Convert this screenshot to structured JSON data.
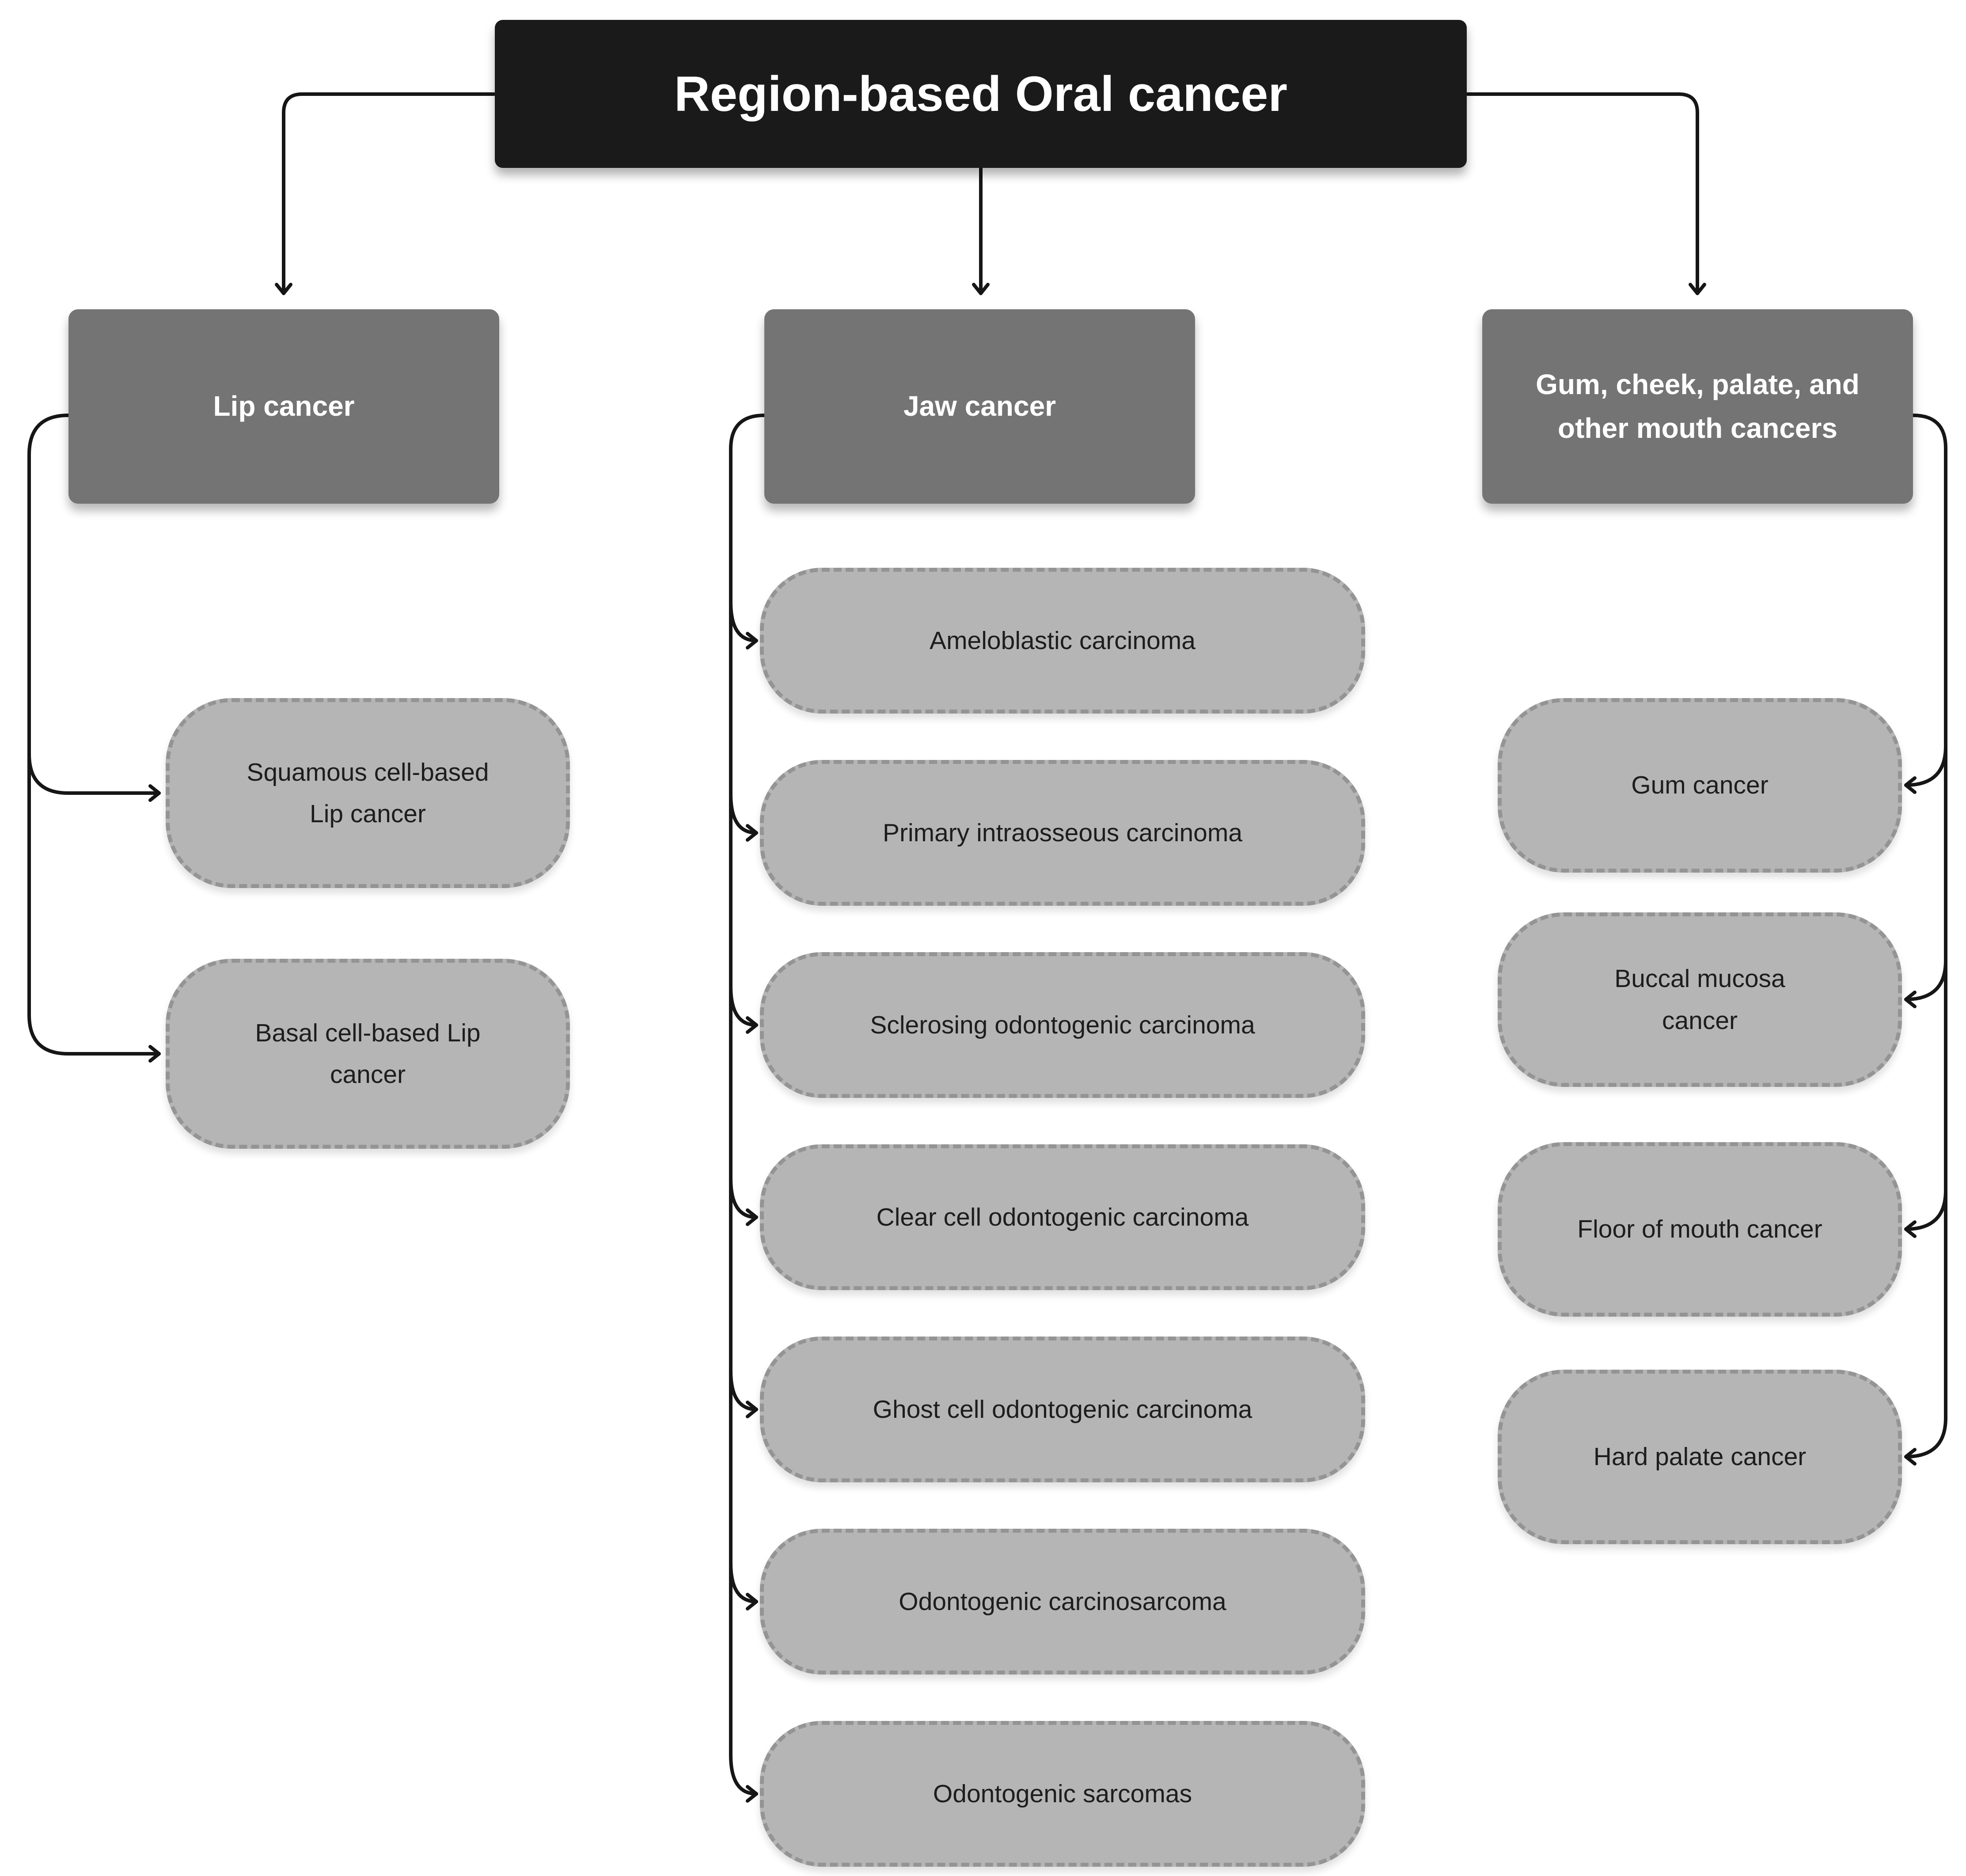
{
  "diagram": {
    "title": "Region-based Oral cancer",
    "columns": [
      {
        "header": "Lip cancer",
        "children": [
          "Squamous cell-based Lip cancer",
          "Basal cell-based Lip cancer"
        ]
      },
      {
        "header": "Jaw cancer",
        "children": [
          "Ameloblastic carcinoma",
          "Primary intraosseous carcinoma",
          "Sclerosing odontogenic carcinoma",
          "Clear cell odontogenic carcinoma",
          "Ghost cell odontogenic carcinoma",
          "Odontogenic carcinosarcoma",
          "Odontogenic sarcomas"
        ]
      },
      {
        "header": "Gum, cheek, palate, and other mouth cancers",
        "children": [
          "Gum cancer",
          "Buccal mucosa cancer",
          "Floor of mouth cancer",
          "Hard palate cancer"
        ]
      }
    ],
    "colors": {
      "title_bg": "#1a1a1a",
      "title_text": "#ffffff",
      "header_bg": "#747474",
      "header_text": "#ffffff",
      "child_bg": "#b5b5b5",
      "child_border": "#949494",
      "child_text": "#1d1d1d",
      "line": "#161616"
    }
  }
}
